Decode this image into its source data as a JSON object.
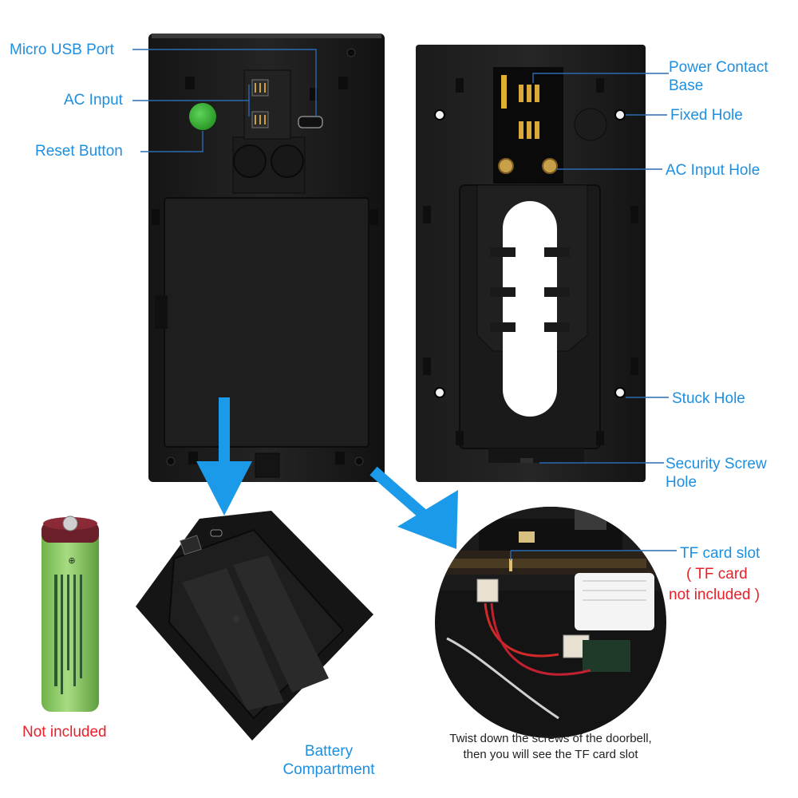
{
  "labels": {
    "micro_usb_port": "Micro USB Port",
    "ac_input": "AC Input",
    "reset_button": "Reset Button",
    "power_contact_base_line1": "Power Contact",
    "power_contact_base_line2": "Base",
    "fixed_hole": "Fixed Hole",
    "ac_input_hole": "AC Input Hole",
    "stuck_hole": "Stuck Hole",
    "security_screw_hole_line1": "Security Screw",
    "security_screw_hole_line2": "Hole",
    "tf_card_slot": "TF card slot",
    "tf_card_note_line1": "( TF card",
    "tf_card_note_line2": "not included )",
    "battery_not_included": "Not included",
    "battery_compartment_line1": "Battery",
    "battery_compartment_line2": "Compartment",
    "caption_line1": "Twist down the screws of the doorbell,",
    "caption_line2": "then you will see the TF card slot"
  },
  "colors": {
    "label_blue": "#1e8fe0",
    "arrow_blue": "#1a9ae8",
    "warning_red": "#e8202a",
    "device_black": "#1a1a1a",
    "reset_green": "#3fb63c",
    "battery_green": "#8fcf6a"
  }
}
